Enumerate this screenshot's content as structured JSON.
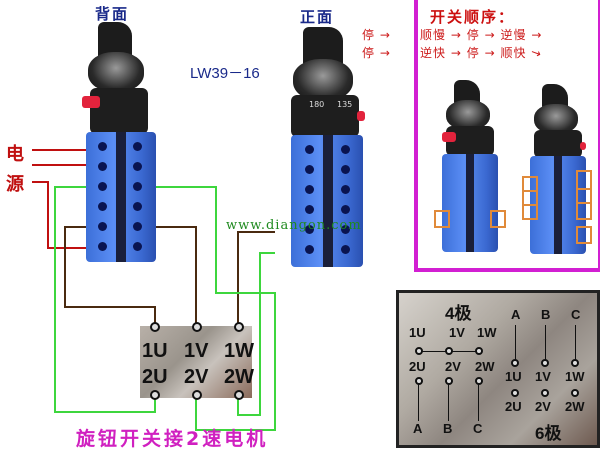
{
  "left_switch": {
    "label": "背面"
  },
  "model": {
    "label": "LW39－16"
  },
  "right_switch": {
    "label": "正面",
    "dial_180": "180",
    "dial_135": "135"
  },
  "power": {
    "char1": "电",
    "char2": "源"
  },
  "sequence_panel": {
    "title": "开关顺序：",
    "row1": [
      "停",
      "顺慢",
      "停",
      "逆慢"
    ],
    "row2": [
      "停",
      "逆快",
      "停",
      "顺快"
    ],
    "arrow": "→",
    "border_color": "#d21fd2"
  },
  "watermark": {
    "text": "www.diangon.com"
  },
  "terminal_block": {
    "top_row": [
      "1U",
      "1V",
      "1W"
    ],
    "bottom_row": [
      "2U",
      "2V",
      "2W"
    ]
  },
  "pole_diagram": {
    "four_pole_title": "4极",
    "six_pole_title": "6极",
    "four_pole": {
      "top": [
        "1U",
        "1V",
        "1W"
      ],
      "bottom": [
        "2U",
        "2V",
        "2W"
      ],
      "phases": [
        "A",
        "B",
        "C"
      ]
    },
    "six_pole": {
      "phases": [
        "A",
        "B",
        "C"
      ],
      "top": [
        "1U",
        "1V",
        "1W"
      ],
      "bottom": [
        "2U",
        "2V",
        "2W"
      ]
    }
  },
  "caption": {
    "text": "旋钮开关接2速电机"
  },
  "colors": {
    "power_wire": "#c01010",
    "brown_wire": "#4a2a10",
    "green_wire": "#3dd63d",
    "caption": "#d020c0"
  }
}
